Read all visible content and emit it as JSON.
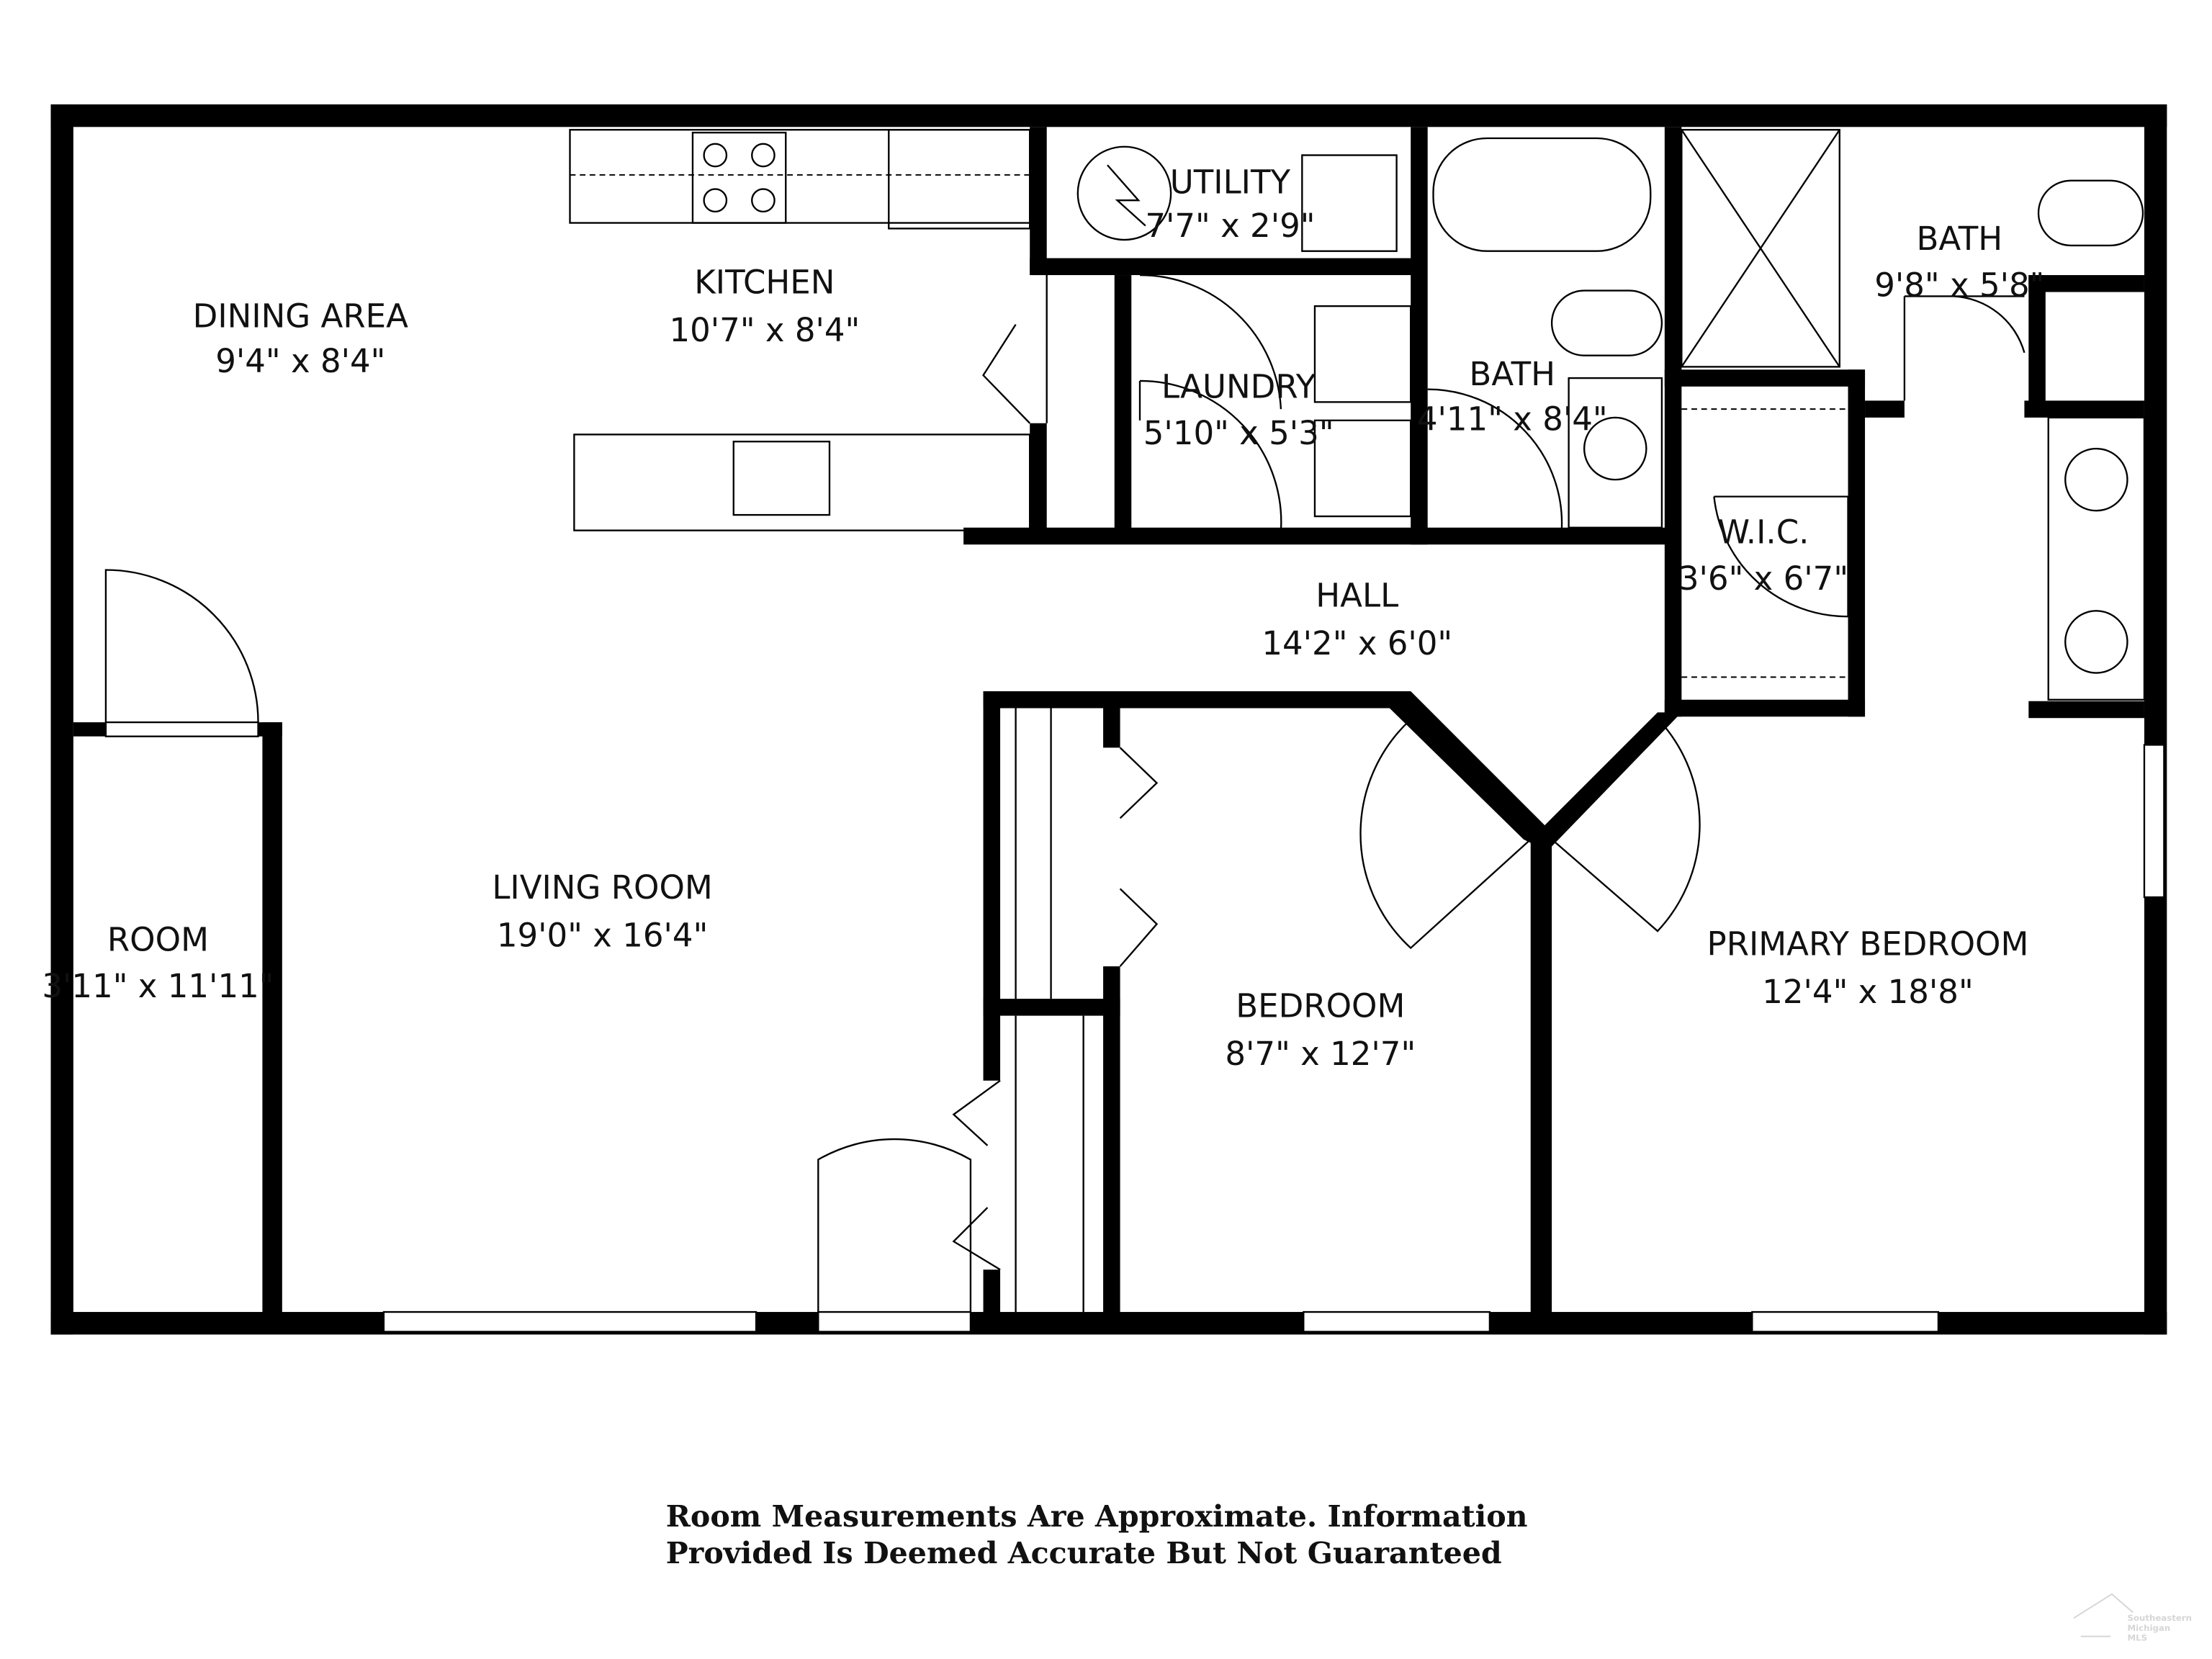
{
  "rooms": {
    "dining": {
      "name": "DINING AREA",
      "size": "9'4\" x 8'4\""
    },
    "kitchen": {
      "name": "KITCHEN",
      "size": "10'7\" x 8'4\""
    },
    "utility": {
      "name": "UTILITY",
      "size": "7'7\" x 2'9\""
    },
    "laundry": {
      "name": "LAUNDRY",
      "size": "5'10\" x 5'3\""
    },
    "bath1": {
      "name": "BATH",
      "size": "4'11\" x 8'4\""
    },
    "bath2": {
      "name": "BATH",
      "size": "9'8\" x 5'8\""
    },
    "wic": {
      "name": "W.I.C.",
      "size": "3'6\" x 6'7\""
    },
    "hall": {
      "name": "HALL",
      "size": "14'2\" x 6'0\""
    },
    "room": {
      "name": "ROOM",
      "size": "3'11\" x 11'11\""
    },
    "living": {
      "name": "LIVING ROOM",
      "size": "19'0\" x 16'4\""
    },
    "bedroom": {
      "name": "BEDROOM",
      "size": "8'7\" x 12'7\""
    },
    "primary": {
      "name": "PRIMARY BEDROOM",
      "size": "12'4\" x 18'8\""
    }
  },
  "footer": {
    "line1": "Room Measurements Are Approximate. Information",
    "line2": "Provided Is Deemed Accurate But Not Guaranteed"
  },
  "logo": {
    "line1": "Southeastern",
    "line2": "Michigan",
    "line3": "MLS"
  }
}
